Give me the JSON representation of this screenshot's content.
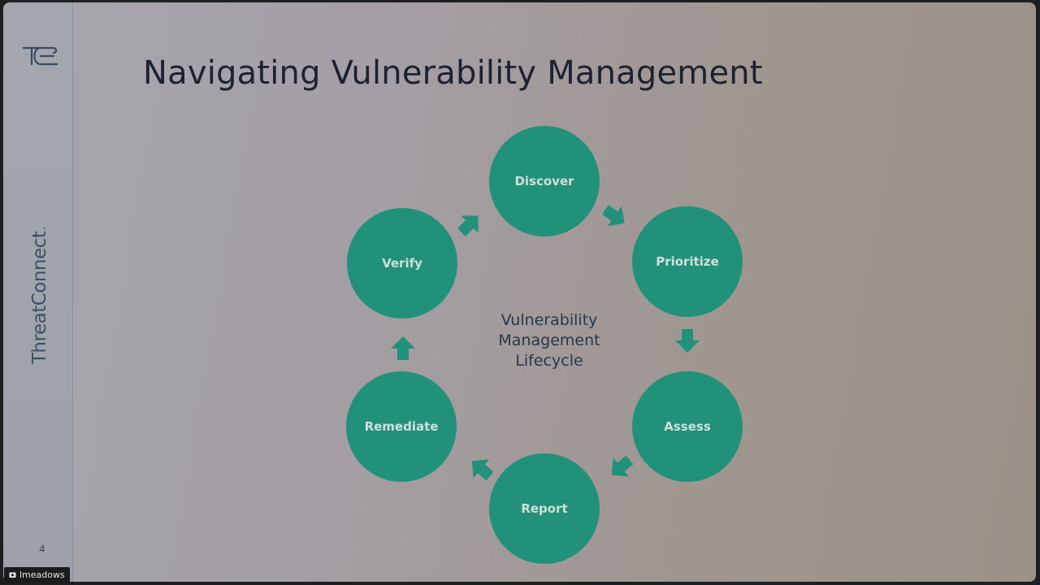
{
  "slide": {
    "title": "Navigating Vulnerability Management",
    "page_number": "4",
    "brand": {
      "name": "ThreatConnect",
      "dot": "."
    },
    "center_label": [
      "Vulnerability",
      "Management",
      "Lifecycle"
    ],
    "nodes": [
      {
        "label": "Discover"
      },
      {
        "label": "Prioritize"
      },
      {
        "label": "Assess"
      },
      {
        "label": "Report"
      },
      {
        "label": "Remediate"
      },
      {
        "label": "Verify"
      }
    ]
  },
  "presenter": {
    "name": "lmeadows",
    "icon": "camera-icon"
  },
  "colors": {
    "node_fill": "#21917a",
    "brand_text": "#3f4e63",
    "accent": "#2c9a84",
    "title_text": "#1d2230"
  }
}
